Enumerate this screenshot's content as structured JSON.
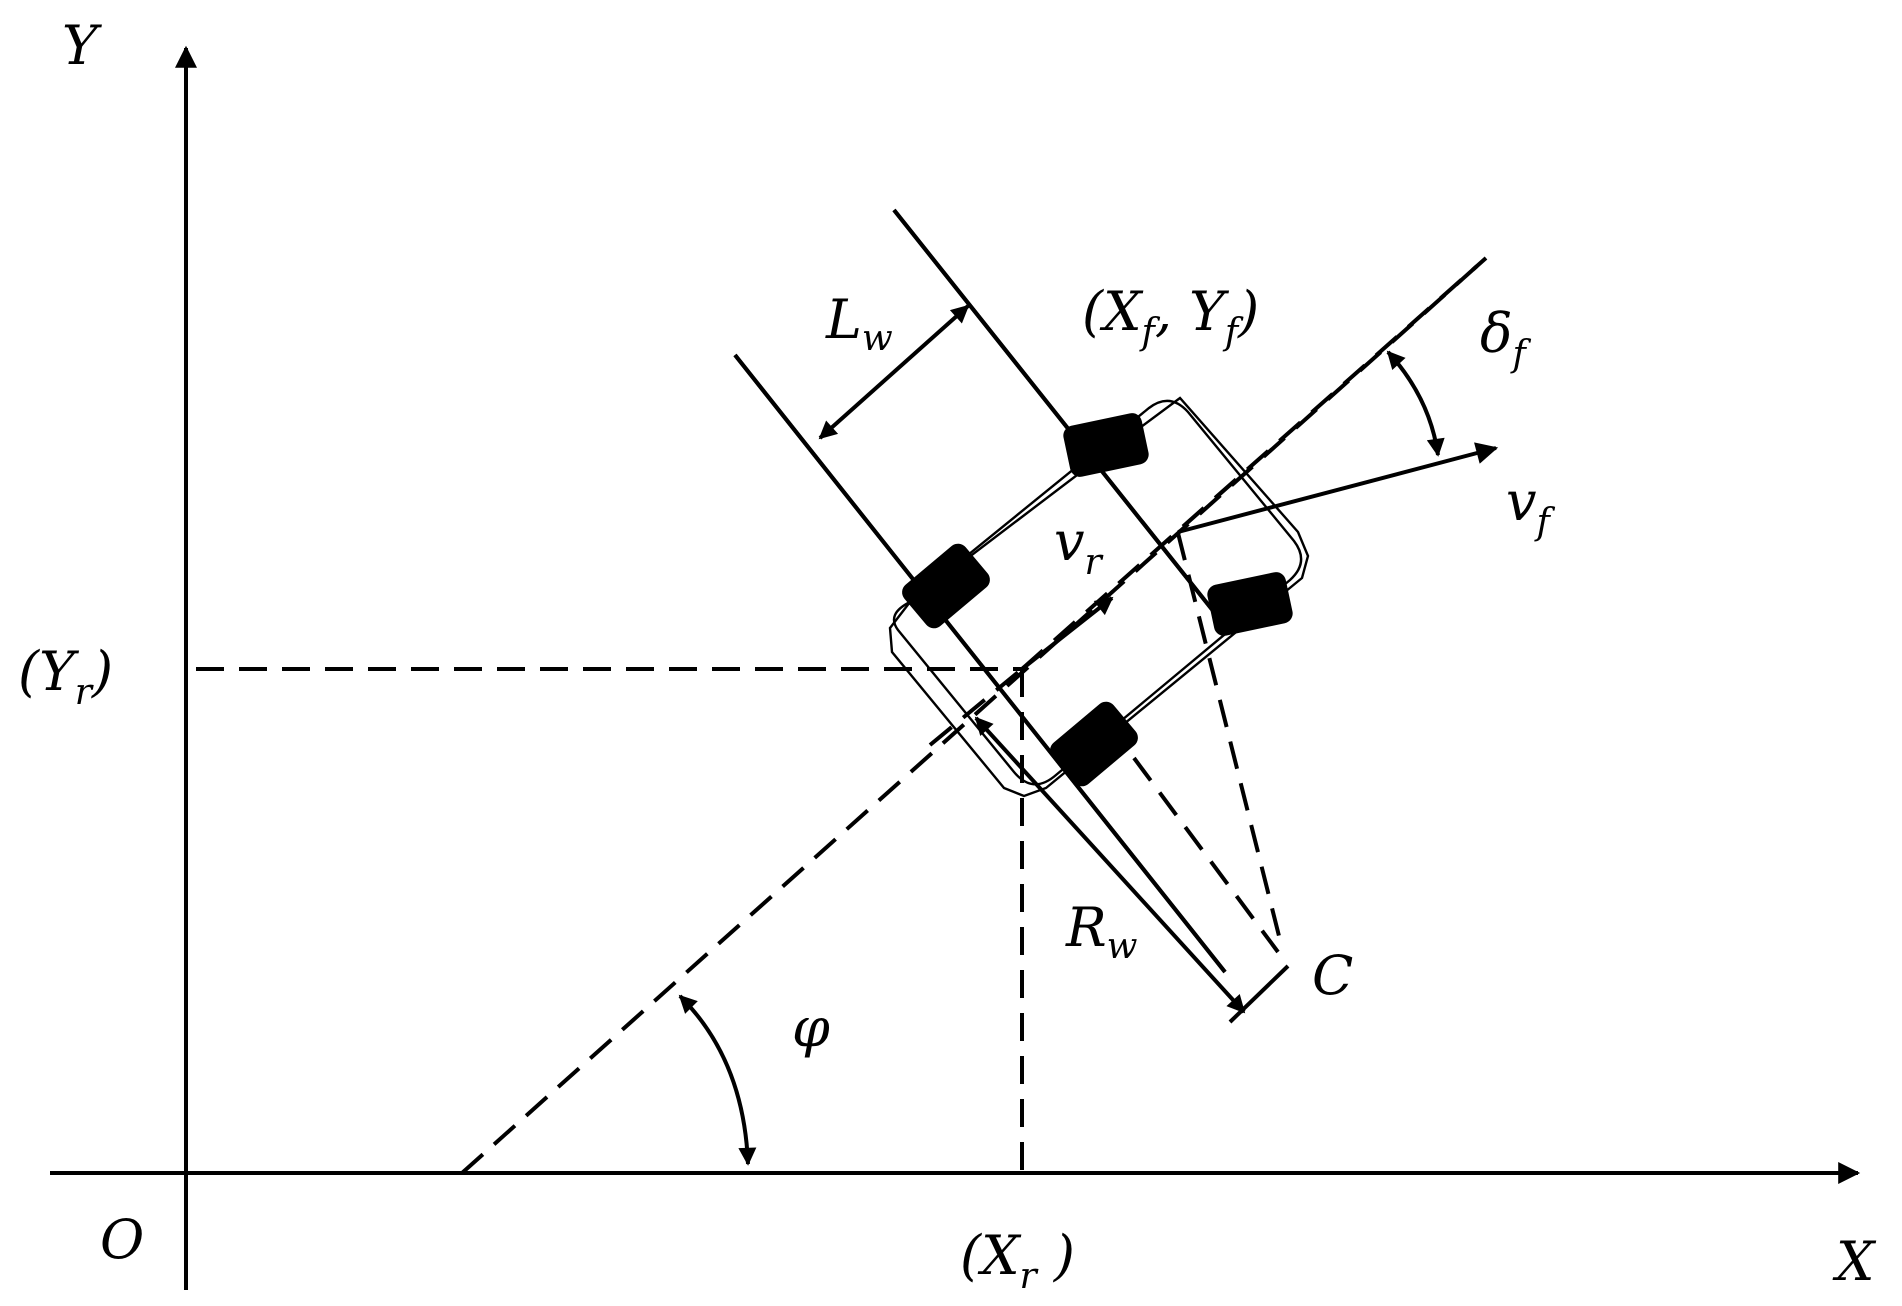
{
  "labels": {
    "y_axis": "Y",
    "x_axis": "X",
    "origin": "O",
    "yr": "(Y",
    "yr_sub": "r",
    "yr_close": ")",
    "xr": "(X",
    "xr_sub": "r",
    "xr_close": " )",
    "front_point": "(X",
    "front_point_sub1": "f",
    "front_point_mid": ", Y",
    "front_point_sub2": "f",
    "front_point_close": ")",
    "lw": "L",
    "lw_sub": "w",
    "rw": "R",
    "rw_sub": "w",
    "delta": "δ",
    "delta_sub": "f",
    "vf": "v",
    "vf_sub": "f",
    "vr": "v",
    "vr_sub": "r",
    "phi": "φ",
    "c_point": "C"
  }
}
